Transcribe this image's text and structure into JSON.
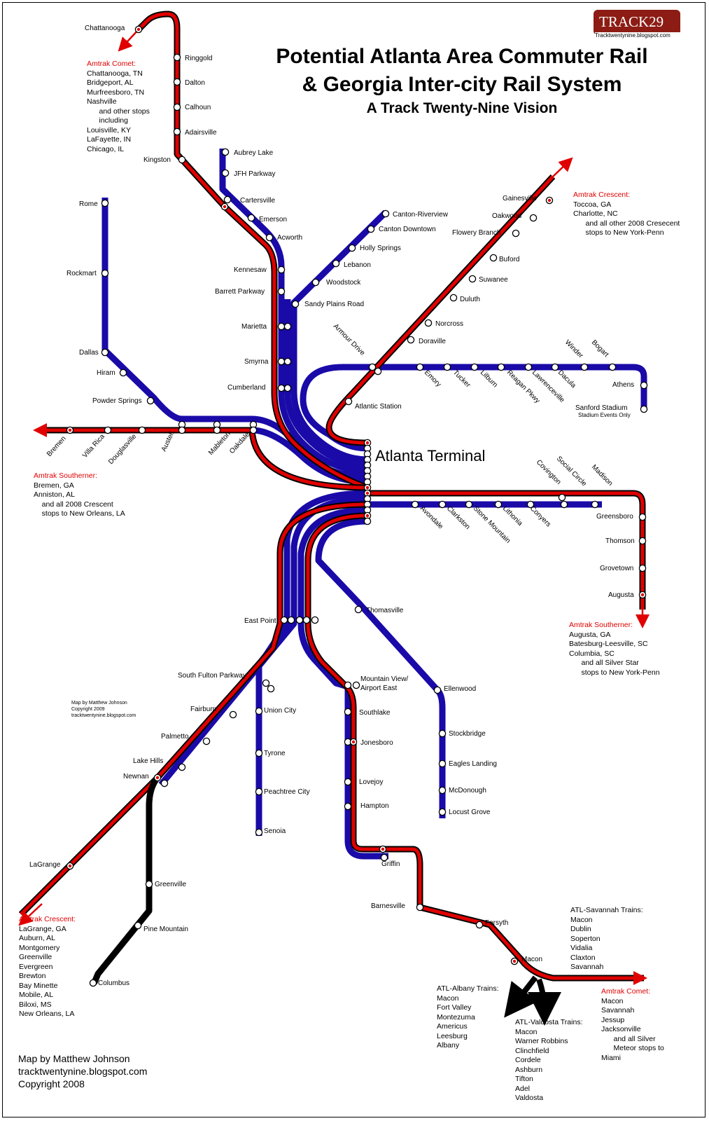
{
  "title": {
    "line1": "Potential Atlanta Area Commuter Rail",
    "line2": "& Georgia Inter-city Rail System",
    "line3": "A Track Twenty-Nine Vision"
  },
  "logo": {
    "text": "TRACK29",
    "url": "Tracktwentynine.blogspot.com"
  },
  "credit_small": [
    "Map by Matthew Johnson",
    "Copyright 2009",
    "tracktwentynine.blogspot.com"
  ],
  "credit_big": [
    "Map by Matthew Johnson",
    "tracktwentynine.blogspot.com",
    "Copyright 2008"
  ],
  "hub": {
    "name": "Atlanta Terminal"
  },
  "colors": {
    "commuter": "#1a0aa8",
    "intercity": "#e00000",
    "black_line": "#000000",
    "amtrak_label": "#e00000"
  },
  "lines": {
    "intercity": [
      "Chattanooga",
      "Ringgold",
      "Dalton",
      "Calhoun",
      "Adairsville",
      "Kingston",
      "Cartersville",
      "Gainesville",
      "Bremen",
      "Augusta",
      "Newnan",
      "LaGrange",
      "Griffin",
      "Barnesville",
      "Forsyth",
      "Macon"
    ],
    "black": [
      "Newnan",
      "Greenville",
      "Pine Mountain",
      "Columbus"
    ]
  },
  "stations": {
    "chattanooga": "Chattanooga",
    "ringgold": "Ringgold",
    "dalton": "Dalton",
    "calhoun": "Calhoun",
    "adairsville": "Adairsville",
    "kingston": "Kingston",
    "aubrey_lake": "Aubrey Lake",
    "jfh_parkway": "JFH Parkway",
    "cartersville": "Cartersville",
    "emerson": "Emerson",
    "acworth": "Acworth",
    "kennesaw": "Kennesaw",
    "barrett_parkway": "Barrett Parkway",
    "marietta": "Marietta",
    "smyrna": "Smyrna",
    "cumberland": "Cumberland",
    "rome": "Rome",
    "rockmart": "Rockmart",
    "dallas": "Dallas",
    "hiram": "Hiram",
    "powder_springs": "Powder Springs",
    "bremen": "Bremen",
    "villa_rica": "Villa Rica",
    "douglasville": "Douglasville",
    "austell": "Austell",
    "mableton": "Mableton",
    "oakdale": "Oakdale",
    "canton_riverview": "Canton-Riverview",
    "canton_downtown": "Canton Downtown",
    "holly_springs": "Holly Springs",
    "lebanon": "Lebanon",
    "woodstock": "Woodstock",
    "sandy_plains_road": "Sandy Plains Road",
    "gainesville": "Gainesville",
    "oakwood": "Oakwood",
    "flowery_branch": "Flowery Branch",
    "buford": "Buford",
    "suwanee": "Suwanee",
    "duluth": "Duluth",
    "norcross": "Norcross",
    "doraville": "Doraville",
    "armour_drive": "Armour Drive",
    "atlantic_station": "Atlantic Station",
    "emory": "Emory",
    "tucker": "Tucker",
    "lilburn": "Lilburn",
    "reagan_pkwy": "Reagan Pkwy",
    "lawrenceville": "Lawrenceville",
    "dacula": "Dacula",
    "winder": "Winder",
    "bogart": "Bogart",
    "athens": "Athens",
    "sanford_stadium": "Sanford Stadium",
    "stadium_note": "Stadium Events Only",
    "avondale": "Avondale",
    "clarkston": "Clarkston",
    "stone_mountain": "Stone Mountain",
    "lithonia": "Lithonia",
    "conyers": "Conyers",
    "covington": "Covington",
    "social_circle": "Social Circle",
    "madison": "Madison",
    "greensboro": "Greensboro",
    "thomson": "Thomson",
    "grovetown": "Grovetown",
    "augusta": "Augusta",
    "thomasville": "Thomasville",
    "east_point": "East Point",
    "south_fulton_parkway": "South Fulton Parkway",
    "fairburn": "Fairburn",
    "palmetto": "Palmetto",
    "lake_hills": "Lake Hills",
    "newnan": "Newnan",
    "lagrange": "LaGrange",
    "greenville": "Greenville",
    "pine_mountain": "Pine Mountain",
    "columbus": "Columbus",
    "union_city": "Union City",
    "tyrone": "Tyrone",
    "peachtree_city": "Peachtree City",
    "senoia": "Senoia",
    "mountain_view_1": "Mountain View/",
    "mountain_view_2": "Airport East",
    "southlake": "Southlake",
    "jonesboro": "Jonesboro",
    "lovejoy": "Lovejoy",
    "hampton": "Hampton",
    "griffin": "Griffin",
    "ellenwood": "Ellenwood",
    "stockbridge": "Stockbridge",
    "eagles_landing": "Eagles Landing",
    "mcdonough": "McDonough",
    "locust_grove": "Locust Grove",
    "barnesville": "Barnesville",
    "forsyth": "Forsyth",
    "macon": "Macon"
  },
  "notes": {
    "comet_north": {
      "head": "Amtrak Comet:",
      "lines": [
        "Chattanooga, TN",
        "Bridgeport, AL",
        "Murfreesboro, TN",
        "Nashville",
        "   and other stops",
        "   including",
        "Louisville, KY",
        "LaFayette, IN",
        "Chicago, IL"
      ]
    },
    "crescent_north": {
      "head": "Amtrak Crescent:",
      "lines": [
        "Toccoa, GA",
        "Charlotte, NC",
        "   and all other 2008 Cresecent",
        "   stops to New York-Penn"
      ]
    },
    "southerner_west": {
      "head": "Amtrak Southerner:",
      "lines": [
        "Bremen, GA",
        "Anniston, AL",
        "  and all 2008 Crescent",
        "  stops to New Orleans, LA"
      ]
    },
    "southerner_east": {
      "head": "Amtrak Southerner:",
      "lines": [
        "Augusta, GA",
        "Batesburg-Leesville, SC",
        "Columbia, SC",
        "   and all Silver Star",
        "   stops to New York-Penn"
      ]
    },
    "crescent_south": {
      "head": "Amtrak Crescent:",
      "lines": [
        "LaGrange, GA",
        "Auburn, AL",
        "Montgomery",
        "Greenville",
        "Evergreen",
        "Brewton",
        "Bay Minette",
        "Mobile, AL",
        "Biloxi, MS",
        "New Orleans, LA"
      ]
    },
    "savannah": {
      "head": "ATL-Savannah Trains:",
      "lines": [
        "Macon",
        "Dublin",
        "Soperton",
        "Vidalia",
        "Claxton",
        "Savannah"
      ]
    },
    "albany": {
      "head": "ATL-Albany Trains:",
      "lines": [
        "Macon",
        "Fort Valley",
        "Montezuma",
        "Americus",
        "Leesburg",
        "Albany"
      ]
    },
    "valdosta": {
      "head": "ATL-Valdosta Trains:",
      "lines": [
        "Macon",
        "Warner Robbins",
        "Clinchfield",
        "Cordele",
        "Ashburn",
        "Tifton",
        "Adel",
        "Valdosta"
      ]
    },
    "comet_south": {
      "head": "Amtrak Comet:",
      "lines": [
        "Macon",
        "Savannah",
        "Jessup",
        "Jacksonville",
        "   and all Silver",
        "   Meteor stops to",
        "Miami"
      ]
    }
  }
}
